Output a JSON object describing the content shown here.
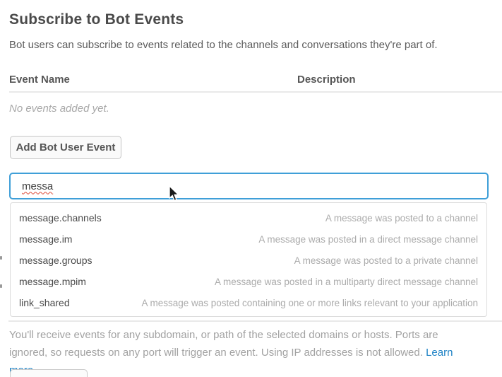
{
  "page": {
    "title": "Subscribe to Bot Events",
    "subtitle": "Bot users can subscribe to events related to the channels and conversations they're part of."
  },
  "events_table": {
    "columns": {
      "event_name": "Event Name",
      "description": "Description"
    },
    "empty_text": "No events added yet."
  },
  "actions": {
    "add_event_label": "Add Bot User Event"
  },
  "search": {
    "value": "messa"
  },
  "suggestions": [
    {
      "name": "message.channels",
      "description": "A message was posted to a channel"
    },
    {
      "name": "message.im",
      "description": "A message was posted in a direct message channel"
    },
    {
      "name": "message.groups",
      "description": "A message was posted to a private channel"
    },
    {
      "name": "message.mpim",
      "description": "A message was posted in a multiparty direct message channel"
    },
    {
      "name": "link_shared",
      "description": "A message was posted containing one or more links relevant to your application"
    }
  ],
  "footer": {
    "text": "You'll receive events for any subdomain, or path of the selected domains or hosts. Ports are ignored, so requests on any port will trigger an event. Using IP addresses is not allowed.",
    "link_label": "Learn more."
  },
  "colors": {
    "input_focus_border": "#3f9fd8",
    "link_blue": "#1d82c5",
    "spellcheck_red": "#dd4b39"
  }
}
